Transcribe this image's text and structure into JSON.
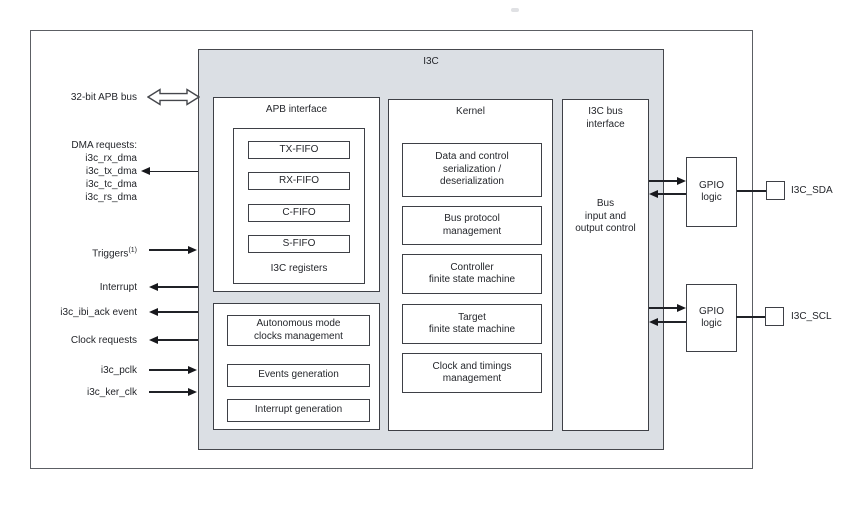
{
  "title": "I3C",
  "colors": {
    "panel_fill": "#dbdfe4",
    "box_border": "#3e4046",
    "outer_border": "#5c5f64",
    "text": "#24262b",
    "arrow": "#17181c"
  },
  "left": {
    "apb_bus": "32-bit APB bus",
    "dma_header": "DMA requests:",
    "dma_items": [
      "i3c_rx_dma",
      "i3c_tx_dma",
      "i3c_tc_dma",
      "i3c_rs_dma"
    ],
    "triggers": "Triggers",
    "triggers_sup": "(1)",
    "interrupt": "Interrupt",
    "ibi_ack": "i3c_ibi_ack event",
    "clock_requests": "Clock requests",
    "pclk": "i3c_pclk",
    "ker_clk": "i3c_ker_clk"
  },
  "apb": {
    "title": "APB interface",
    "fifos": [
      "TX-FIFO",
      "RX-FIFO",
      "C-FIFO",
      "S-FIFO"
    ],
    "registers": "I3C registers"
  },
  "clocks": {
    "autonomous": [
      "Autonomous mode",
      "clocks management"
    ],
    "events": "Events generation",
    "interrupt_gen": "Interrupt generation"
  },
  "kernel": {
    "title": "Kernel",
    "b1": [
      "Data and control",
      "serialization /",
      "deserialization"
    ],
    "b2": [
      "Bus protocol",
      "management"
    ],
    "b3": [
      "Controller",
      "finite state machine"
    ],
    "b4": [
      "Target",
      "finite state machine"
    ],
    "b5": [
      "Clock and timings",
      "management"
    ]
  },
  "busif": {
    "title": [
      "I3C bus",
      "interface"
    ],
    "body": [
      "Bus",
      "input and",
      "output control"
    ]
  },
  "gpio": {
    "label": [
      "GPIO",
      "logic"
    ],
    "sda": "I3C_SDA",
    "scl": "I3C_SCL"
  }
}
